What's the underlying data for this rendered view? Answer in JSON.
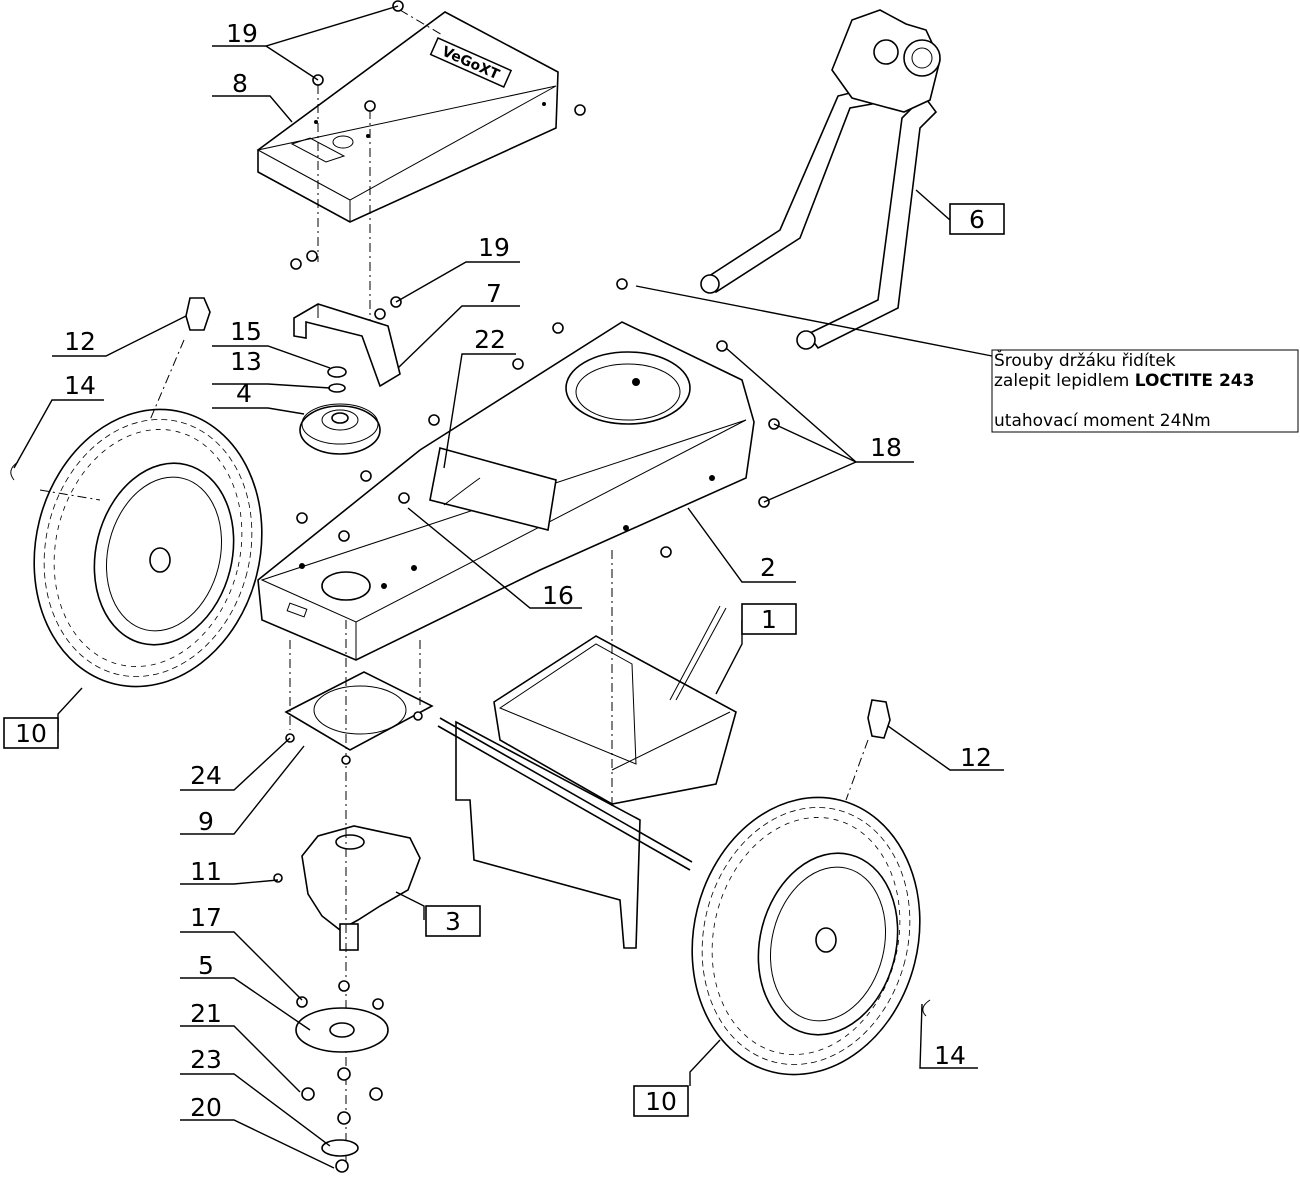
{
  "labels": {
    "l19a": "19",
    "l8": "8",
    "l19b": "19",
    "l7": "7",
    "l15": "15",
    "l13": "13",
    "l4": "4",
    "l12a": "12",
    "l14a": "14",
    "l22": "22",
    "l6": "6",
    "l18": "18",
    "l2": "2",
    "l16": "16",
    "l1": "1",
    "l10a": "10",
    "l24": "24",
    "l9": "9",
    "l11": "11",
    "l3": "3",
    "l12b": "12",
    "l17": "17",
    "l5": "5",
    "l21": "21",
    "l23": "23",
    "l20": "20",
    "l14b": "14",
    "l10b": "10"
  },
  "note": {
    "line1": "Šrouby držáku řidítek",
    "line2_prefix": "zalepit lepidlem ",
    "line2_bold": "LOCTITE 243",
    "line3": "utahovací moment 24Nm"
  },
  "cover_logo": "VeGoXT"
}
